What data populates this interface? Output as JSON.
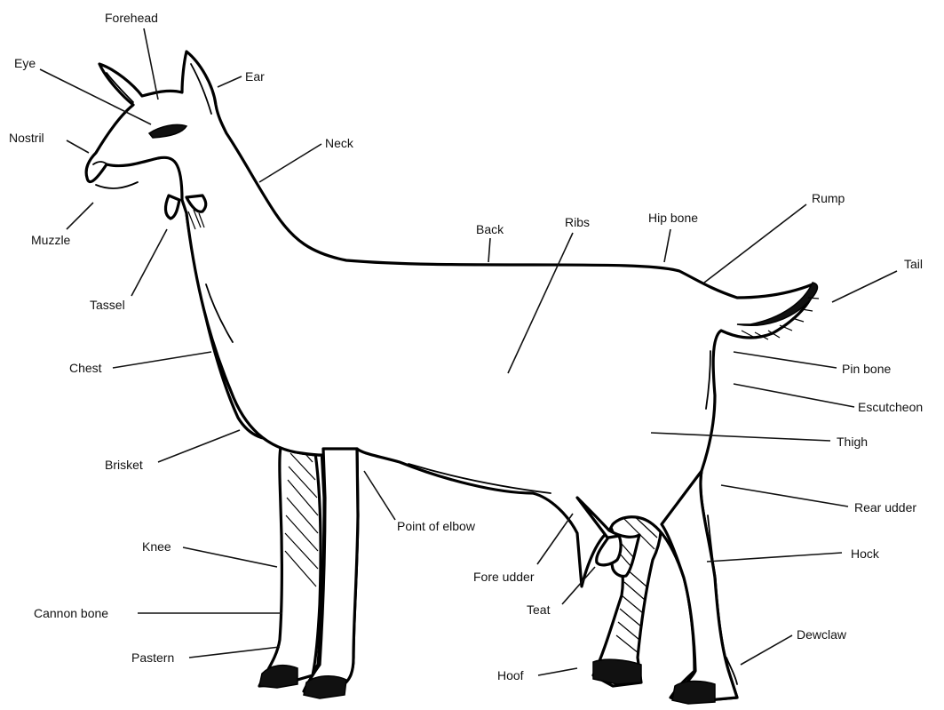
{
  "diagram": {
    "labels": {
      "forehead": "Forehead",
      "eye": "Eye",
      "ear": "Ear",
      "nostril": "Nostril",
      "neck": "Neck",
      "muzzle": "Muzzle",
      "tassel": "Tassel",
      "back": "Back",
      "ribs": "Ribs",
      "hip_bone": "Hip bone",
      "rump": "Rump",
      "tail": "Tail",
      "pin_bone": "Pin bone",
      "escutcheon": "Escutcheon",
      "thigh": "Thigh",
      "chest": "Chest",
      "brisket": "Brisket",
      "point_of_elbow": "Point of elbow",
      "rear_udder": "Rear udder",
      "knee": "Knee",
      "fore_udder": "Fore udder",
      "hock": "Hock",
      "cannon_bone": "Cannon bone",
      "teat": "Teat",
      "pastern": "Pastern",
      "dewclaw": "Dewclaw",
      "hoof": "Hoof"
    }
  }
}
